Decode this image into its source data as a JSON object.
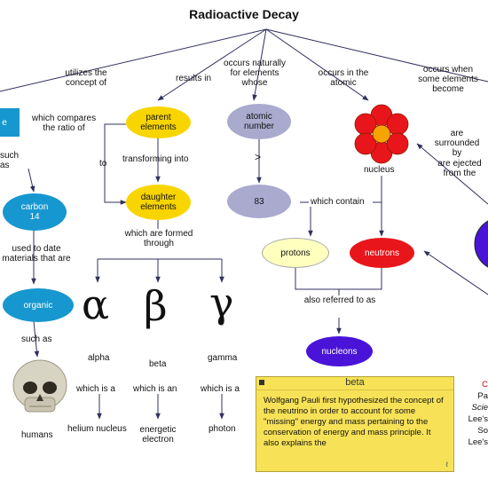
{
  "title": "Radioactive Decay",
  "nodes": {
    "isotope": "e",
    "parent": "parent elements",
    "atomic_number": "atomic number",
    "nucleus": "nucleus",
    "carbon": "carbon 14",
    "daughter": "daughter elements",
    "num83": "83",
    "protons": "protons",
    "neutrons": "neutrons",
    "organic": "organic",
    "nucleons": "nucleons"
  },
  "links": {
    "utilizes": "utilizes the concept of",
    "results_in": "results in",
    "occurs_naturally": "occurs naturally for elements whose",
    "occurs_atomic": "occurs in the atomic",
    "occurs_when": "occurs when some elements become",
    "which_compares": "which compares the ratio of",
    "such_as_1": "such as",
    "to": "to",
    "transforming": "transforming into",
    "greater": ">",
    "surrounded": "are surrounded by",
    "ejected": "are ejected from the",
    "which_contain": "which contain",
    "used_to_date": "used to date materials that are",
    "formed_through": "which are formed through",
    "referred": "also referred to as",
    "such_as_2": "such as"
  },
  "decay": {
    "alpha_symbol": "α",
    "beta_symbol": "β",
    "gamma_symbol": "γ",
    "alpha_label": "alpha",
    "beta_label": "beta",
    "gamma_label": "gamma",
    "which_is_a_1": "which is a",
    "which_is_an": "which is an",
    "which_is_a_2": "which is a",
    "helium": "helium nucleus",
    "electron": "energetic electron",
    "photon": "photon"
  },
  "humans": "humans",
  "note": {
    "title": "beta",
    "body": "Wolfgang Pauli first hypothesized the concept of the neutrino in order to account for some \"missing\" energy and mass pertaining to the conservation of energy and mass principle. It also explains the",
    "footer": "ℓ"
  },
  "side_text": {
    "line1": "C",
    "line2": "Pa",
    "line3": "Scie",
    "line4": "Lee's",
    "line5": "So",
    "line6": "Lee's"
  },
  "colors": {
    "node_blue": "#1797cf",
    "node_yellow": "#f9d500",
    "node_lavender": "#aaaacf",
    "node_cream": "#ffffbe",
    "node_red": "#e8161b",
    "node_purple": "#4a14d8",
    "note_yellow": "#f7e257",
    "side_red": "#cc0000",
    "link_line": "#303060"
  }
}
